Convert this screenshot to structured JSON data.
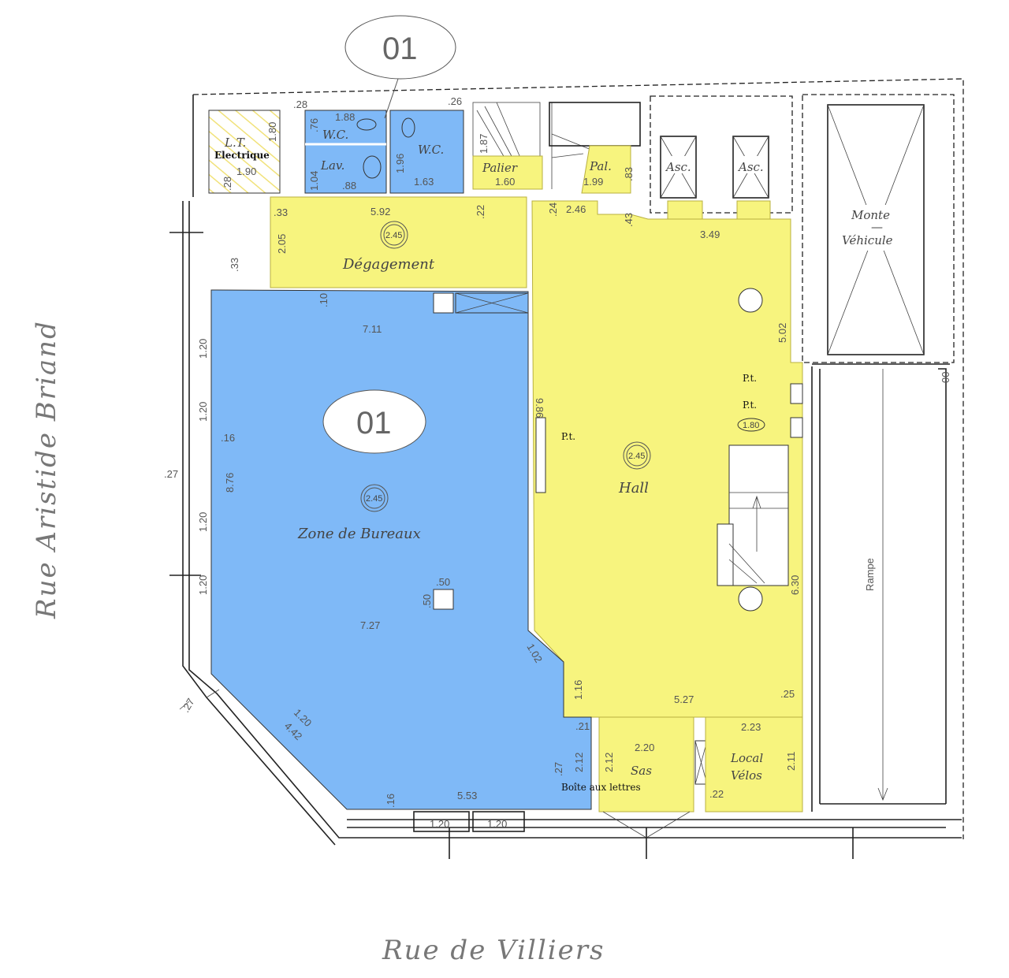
{
  "plan": {
    "lot_tag": "01",
    "zone_tag": "01",
    "colors": {
      "office_zone": "#7fb9f7",
      "common_zone": "#f7f47e"
    },
    "streets": {
      "left": "Rue Aristide Briand",
      "bottom": "Rue de Villiers"
    },
    "rooms": {
      "lt": "L.T.",
      "electrique": "Electrique",
      "wc1": "W.C.",
      "lav": "Lav.",
      "wc2": "W.C.",
      "palier": "Palier",
      "pal": "Pal.",
      "asc1": "Asc.",
      "asc2": "Asc.",
      "monte": "Monte",
      "monte_dash": "—",
      "vehicule": "Véhicule",
      "degagement": "Dégagement",
      "bureaux": "Zone de Bureaux",
      "hall": "Hall",
      "sas": "Sas",
      "local": "Local",
      "velos": "Vélos",
      "rampe": "Rampe",
      "boite": "Boîte aux lettres",
      "pt1": "P.t.",
      "pt2": "P.t.",
      "pt3": "P.t."
    },
    "heights": {
      "degagement": "2.45",
      "bureaux": "2.45",
      "hall": "2.45",
      "hall_stair": "1.80"
    },
    "dims": {
      "d28a": ".28",
      "d180": "1.80",
      "d190": "1.90",
      "d28b": ".28",
      "d188a": "1.88",
      "d76": ".76",
      "d104": "1.04",
      "d88": ".88",
      "d26": ".26",
      "d196": "1.96",
      "d163": "1.63",
      "d187": "1.87",
      "d160": "1.60",
      "d199": "1.99",
      "d83": ".83",
      "d22a": ".22",
      "d24": ".24",
      "d246": "2.46",
      "d43": ".43",
      "d349": "3.49",
      "d33a": ".33",
      "d205": "2.05",
      "d592": "5.92",
      "d33b": ".33",
      "d10": ".10",
      "d711": "7.11",
      "d502": "5.02",
      "d986": "9.86",
      "d120a": "1.20",
      "d120b": "1.20",
      "d16a": ".16",
      "d27a": ".27",
      "d876": "8.76",
      "d120c": "1.20",
      "d120d": "1.20",
      "d50a": ".50",
      "d50b": ".50",
      "d727": "7.27",
      "d102": "1.02",
      "d116": "1.16",
      "d630": "6.30",
      "d527": "5.27",
      "d25": ".25",
      "d27b": ".27",
      "d120e": "1.20",
      "d442": "4.42",
      "d21": ".21",
      "d220": "2.20",
      "d223": "2.23",
      "d212a": "2.12",
      "d212b": "2.12",
      "d27c": ".27",
      "d211": "2.11",
      "d22b": ".22",
      "d16b": ".16",
      "d553": "5.53",
      "d120f": "1.20",
      "d120g": "1.20",
      "d00": "00"
    }
  }
}
